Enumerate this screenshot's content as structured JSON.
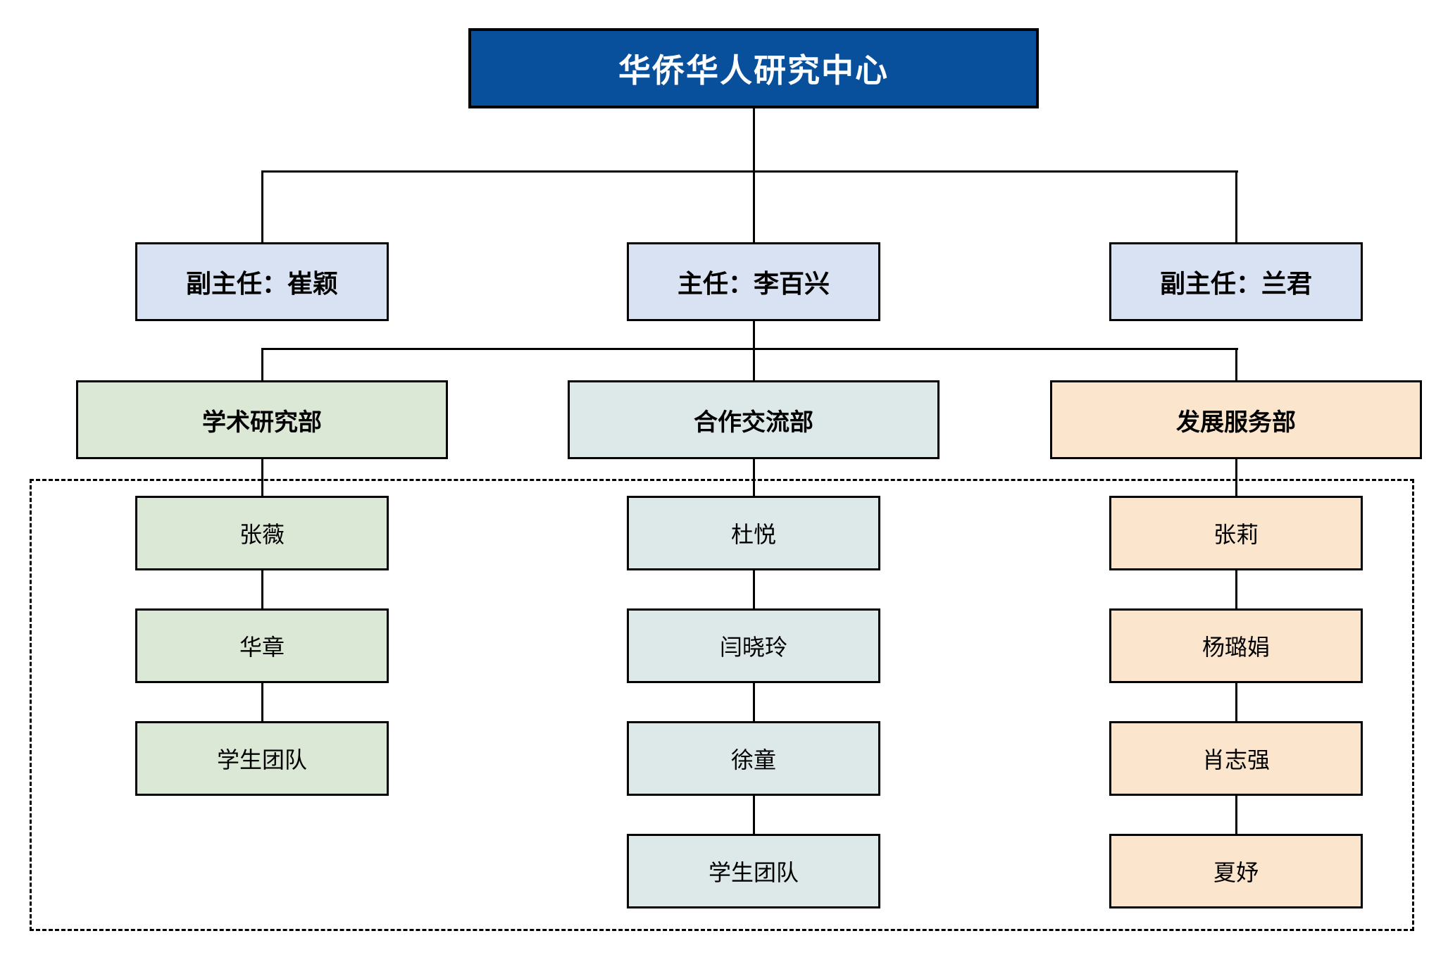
{
  "title": {
    "label": "华侨华人研究中心"
  },
  "directors": [
    {
      "label": "副主任：崔颖"
    },
    {
      "label": "主任：李百兴"
    },
    {
      "label": "副主任：兰君"
    }
  ],
  "departments": [
    {
      "name": "学术研究部",
      "color": "#DCE8D6",
      "members": [
        "张薇",
        "华章",
        "学生团队"
      ]
    },
    {
      "name": "合作交流部",
      "color": "#DDE9E8",
      "members": [
        "杜悦",
        "闫晓玲",
        "徐童",
        "学生团队"
      ]
    },
    {
      "name": "发展服务部",
      "color": "#FBE5CD",
      "members": [
        "张莉",
        "杨璐娟",
        "肖志强",
        "夏妤"
      ]
    }
  ],
  "colors": {
    "root_fill": "#084F9C",
    "root_text": "#FFFFFF",
    "director_fill": "#D8E2F3",
    "connector": "#000000"
  }
}
